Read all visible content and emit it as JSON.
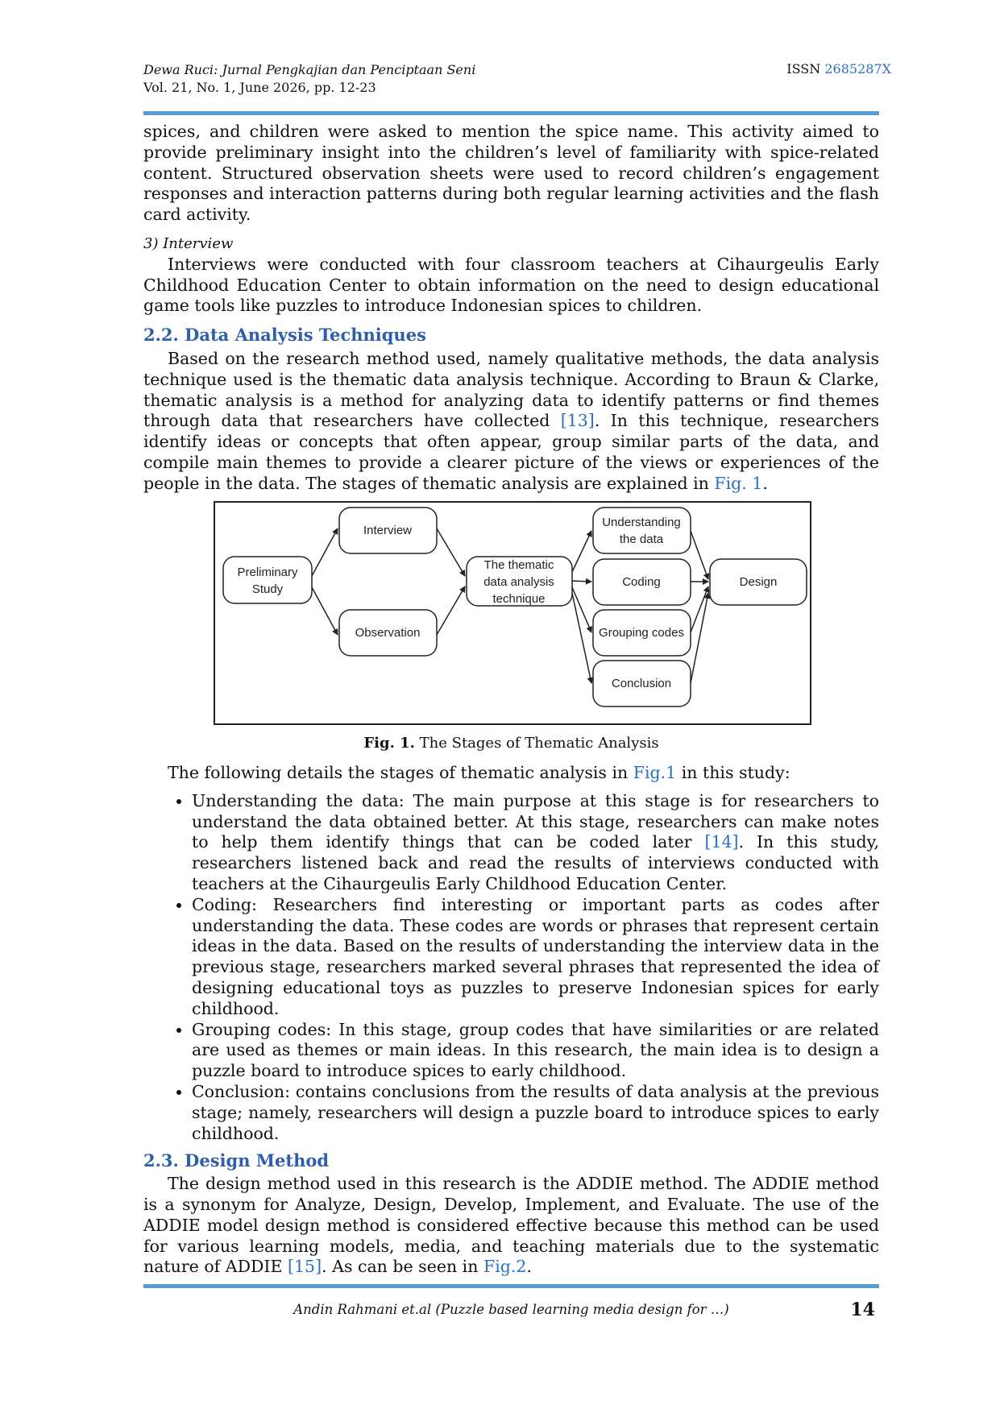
{
  "header": {
    "journal": "Dewa Ruci: Jurnal Pengkajian dan Penciptaan Seni",
    "volume": "Vol. 21, No. 1, June 2026, pp. 12-23",
    "issn_label": "ISSN ",
    "issn_number": "2685287X"
  },
  "para1": "spices, and children were asked to mention the spice name. This activity aimed to provide preliminary insight into the children’s level of familiarity with spice-related content. Structured observation sheets were used to record children’s engagement responses and interaction patterns during both regular learning activities and the flash card activity.",
  "interview": {
    "heading": "3)  Interview",
    "text": "Interviews were conducted with four classroom teachers at Cihaurgeulis Early Childhood Education Center to obtain information on the need to design educational game tools like puzzles to introduce Indonesian spices to children."
  },
  "section_22": {
    "heading": "2.2. Data Analysis Techniques",
    "text_a": "Based on the research method used, namely qualitative methods, the data analysis technique used is the thematic data analysis technique. According to Braun & Clarke, thematic analysis is a method for analyzing data to identify patterns or find themes through data that researchers have collected ",
    "ref": "[13]",
    "text_b": ". In this technique, researchers identify ideas or concepts that often appear, group similar parts of the data, and compile main themes to provide a clearer picture of the views or experiences of the people in the data. The stages of thematic analysis are explained in ",
    "fig_ref": "Fig. 1",
    "text_c": "."
  },
  "figure": {
    "nodes": {
      "preliminary_line1": "Preliminary",
      "preliminary_line2": "Study",
      "interview": "Interview",
      "observation": "Observation",
      "thematic_line1": "The thematic",
      "thematic_line2": "data analysis",
      "thematic_line3": "technique",
      "understanding_line1": "Understanding",
      "understanding_line2": "the data",
      "coding": "Coding",
      "grouping": "Grouping codes",
      "conclusion": "Conclusion",
      "design": "Design"
    },
    "caption_label": "Fig. 1.",
    "caption_text": " The Stages of Thematic Analysis"
  },
  "details": {
    "intro_a": "The following details the stages of thematic analysis in ",
    "intro_ref": "Fig.1",
    "intro_b": " in this study:",
    "b1_a": "Understanding the data: The main purpose at this stage is for researchers to understand the data obtained better. At this stage, researchers can make notes to help them identify things that can be coded later ",
    "b1_ref": "[14]",
    "b1_b": ". In this study, researchers listened back and read the results of interviews conducted with teachers at the Cihaurgeulis Early Childhood Education Center.",
    "b2": "Coding: Researchers find interesting or important parts as codes after understanding the data. These codes are words or phrases that represent certain ideas in the data. Based on the results of understanding the interview data in the previous stage, researchers marked several phrases that represented the idea of designing educational toys as puzzles to preserve Indonesian spices for early childhood.",
    "b3": "Grouping codes: In this stage, group codes that have similarities or are related are used as themes or main ideas. In this research, the main idea is to design a puzzle board to introduce spices to early childhood.",
    "b4": "Conclusion: contains conclusions from the results of data analysis at the previous stage; namely, researchers will design a puzzle board to introduce spices to early childhood."
  },
  "section_23": {
    "heading": "2.3. Design Method",
    "text_a": "The design method used in this research is the ADDIE method. The ADDIE method is a synonym for Analyze, Design, Develop, Implement, and Evaluate. The use of the ADDIE model design method is considered effective because this method can be used for various learning models, media, and teaching materials due to the systematic nature of ADDIE ",
    "ref": "[15]",
    "text_b": ". As can be seen in ",
    "fig_ref": "Fig.2",
    "text_c": "."
  },
  "footer": {
    "text": "Andin Rahmani et.al (Puzzle based learning media design for …)",
    "page": "14"
  }
}
